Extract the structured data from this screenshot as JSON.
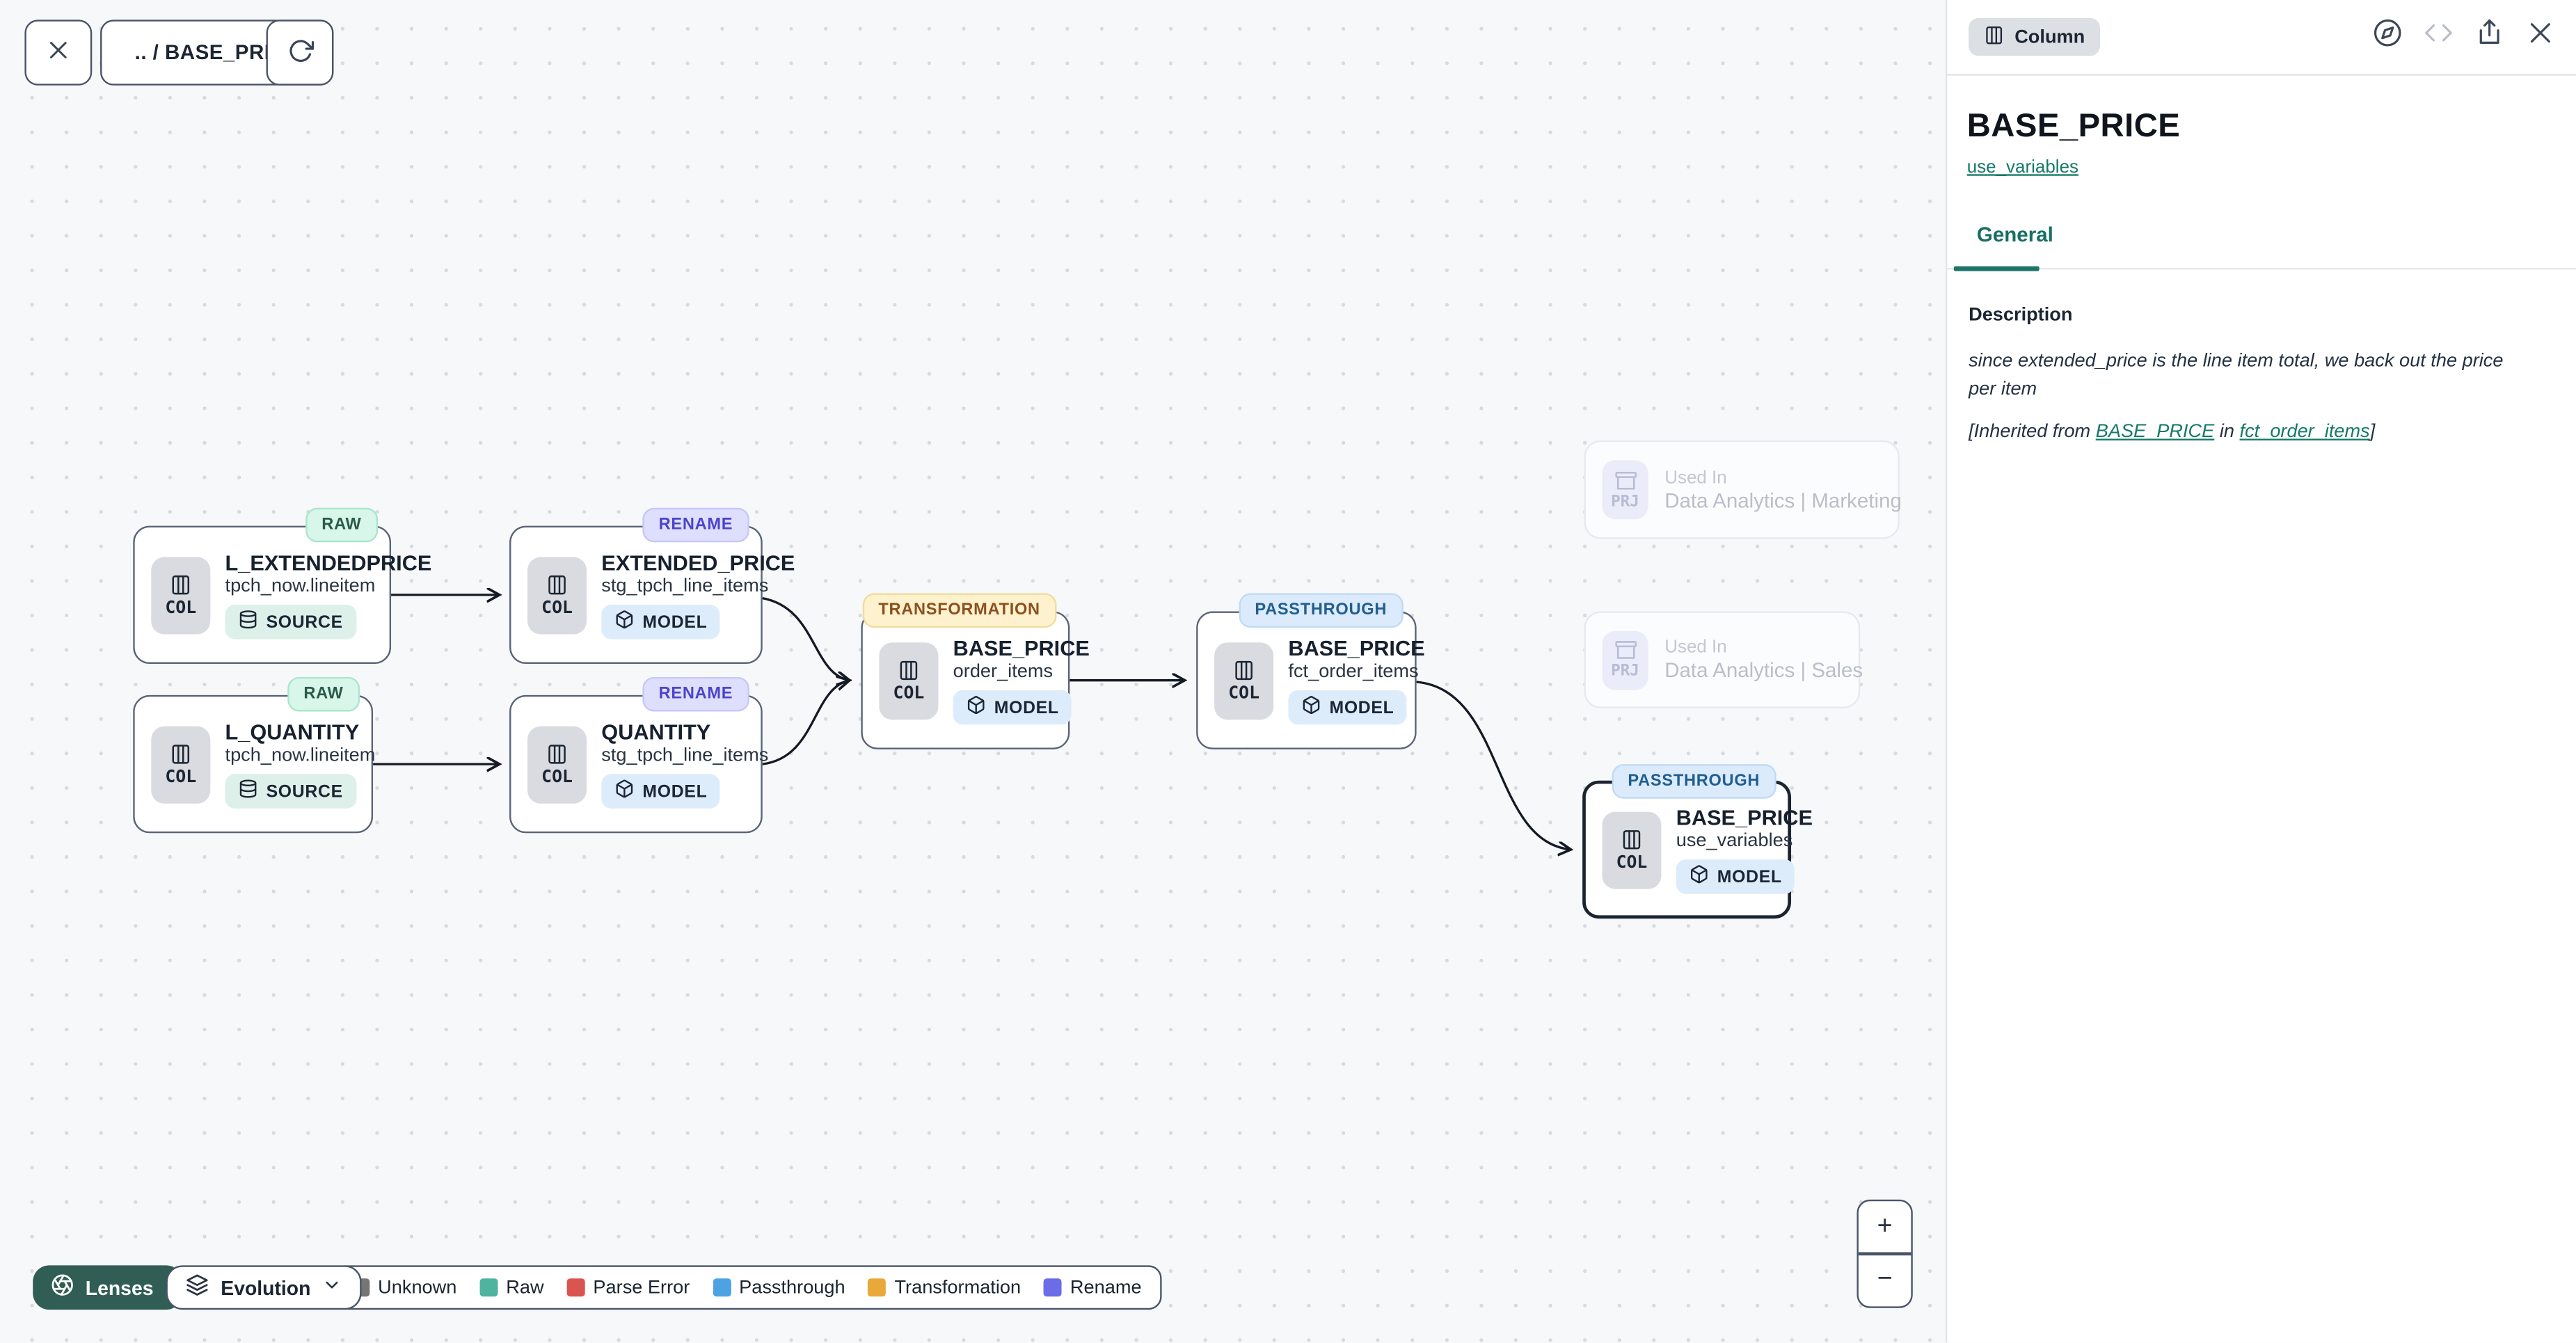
{
  "canvas_toolbar": {
    "breadcrumb": ".. / BASE_PRICE"
  },
  "nodes": [
    {
      "badge": "RAW",
      "badge_type": "raw",
      "entity": "COL",
      "title": "L_EXTENDEDPRICE",
      "subtitle": "tpch_now.lineitem",
      "chip": "SOURCE",
      "chip_type": "source",
      "selected": false
    },
    {
      "badge": "RAW",
      "badge_type": "raw",
      "entity": "COL",
      "title": "L_QUANTITY",
      "subtitle": "tpch_now.lineitem",
      "chip": "SOURCE",
      "chip_type": "source",
      "selected": false
    },
    {
      "badge": "RENAME",
      "badge_type": "rename",
      "entity": "COL",
      "title": "EXTENDED_PRICE",
      "subtitle": "stg_tpch_line_items",
      "chip": "MODEL",
      "chip_type": "model",
      "selected": false
    },
    {
      "badge": "RENAME",
      "badge_type": "rename",
      "entity": "COL",
      "title": "QUANTITY",
      "subtitle": "stg_tpch_line_items",
      "chip": "MODEL",
      "chip_type": "model",
      "selected": false
    },
    {
      "badge": "TRANSFORMATION",
      "badge_type": "transformation",
      "entity": "COL",
      "title": "BASE_PRICE",
      "subtitle": "order_items",
      "chip": "MODEL",
      "chip_type": "model",
      "selected": false
    },
    {
      "badge": "PASSTHROUGH",
      "badge_type": "passthrough",
      "entity": "COL",
      "title": "BASE_PRICE",
      "subtitle": "fct_order_items",
      "chip": "MODEL",
      "chip_type": "model",
      "selected": false
    },
    {
      "badge": "PASSTHROUGH",
      "badge_type": "passthrough",
      "entity": "COL",
      "title": "BASE_PRICE",
      "subtitle": "use_variables",
      "chip": "MODEL",
      "chip_type": "model",
      "selected": true
    }
  ],
  "ghost_nodes": [
    {
      "entity": "PRJ",
      "label": "Used In",
      "title": "Data Analytics | Marketing"
    },
    {
      "entity": "PRJ",
      "label": "Used In",
      "title": "Data Analytics | Sales"
    }
  ],
  "legend": {
    "items": [
      {
        "label": "Unknown",
        "color": "#757575"
      },
      {
        "label": "Raw",
        "color": "#4fb3a0"
      },
      {
        "label": "Parse Error",
        "color": "#da5450"
      },
      {
        "label": "Passthrough",
        "color": "#4da3e2"
      },
      {
        "label": "Transformation",
        "color": "#e9a83a"
      },
      {
        "label": "Rename",
        "color": "#6b6ce8"
      }
    ]
  },
  "controls": {
    "lenses": "Lenses",
    "evolution": "Evolution",
    "zoom_in": "+",
    "zoom_out": "−"
  },
  "panel": {
    "type_chip": "Column",
    "title": "BASE_PRICE",
    "model_link": "use_variables",
    "tab": "General",
    "description_label": "Description",
    "description_text": "since extended_price is the line item total, we back out the price per item",
    "inherited": {
      "prefix": "[Inherited from ",
      "link1": "BASE_PRICE",
      "middle": " in ",
      "link2": "fct_order_items",
      "suffix": "]"
    }
  },
  "accent_colors": {
    "teal_accent": "#156e63",
    "lenses_bg": "#305e54",
    "selected_border": "#1b2430"
  }
}
